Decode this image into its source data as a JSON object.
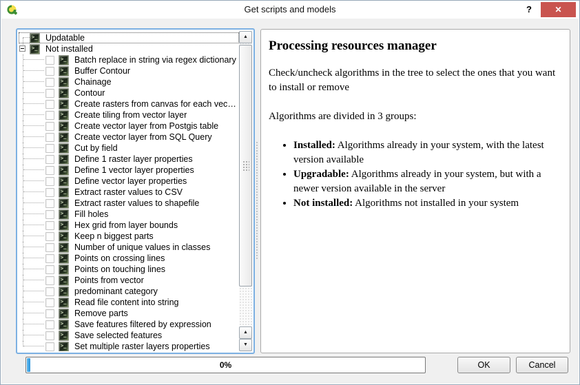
{
  "window": {
    "title": "Get scripts and models",
    "help_label": "?",
    "close_label": "✕"
  },
  "tree": {
    "groups": [
      {
        "label": "Updatable",
        "expanded": false,
        "selected": true,
        "children": []
      },
      {
        "label": "Not installed",
        "expanded": true,
        "selected": false,
        "children": [
          {
            "label": "Batch replace in string via regex dictionary",
            "checked": false
          },
          {
            "label": "Buffer Contour",
            "checked": false
          },
          {
            "label": "Chainage",
            "checked": false
          },
          {
            "label": "Contour",
            "checked": false
          },
          {
            "label": "Create rasters from canvas for each vector laye...",
            "checked": false
          },
          {
            "label": "Create tiling from vector layer",
            "checked": false
          },
          {
            "label": "Create vector layer from Postgis table",
            "checked": false
          },
          {
            "label": "Create vector layer from SQL Query",
            "checked": false
          },
          {
            "label": "Cut by field",
            "checked": false
          },
          {
            "label": "Define 1 raster layer properties",
            "checked": false
          },
          {
            "label": "Define 1 vector layer properties",
            "checked": false
          },
          {
            "label": "Define vector layer properties",
            "checked": false
          },
          {
            "label": "Extract raster values to CSV",
            "checked": false
          },
          {
            "label": "Extract raster values to shapefile",
            "checked": false
          },
          {
            "label": "Fill holes",
            "checked": false
          },
          {
            "label": "Hex grid from layer bounds",
            "checked": false
          },
          {
            "label": "Keep n biggest parts",
            "checked": false
          },
          {
            "label": "Number of unique values in classes",
            "checked": false
          },
          {
            "label": "Points on crossing lines",
            "checked": false
          },
          {
            "label": "Points on touching lines",
            "checked": false
          },
          {
            "label": "Points from vector",
            "checked": false
          },
          {
            "label": "predominant category",
            "checked": false
          },
          {
            "label": "Read file content into string",
            "checked": false
          },
          {
            "label": "Remove parts",
            "checked": false
          },
          {
            "label": "Save features filtered by expression",
            "checked": false
          },
          {
            "label": "Save selected features",
            "checked": false
          },
          {
            "label": "Set multiple raster layers properties",
            "checked": false
          }
        ]
      }
    ],
    "item_icon": "script-icon",
    "scrollbar": {
      "up_arrow": "▲",
      "down_arrow": "▼"
    }
  },
  "panel": {
    "title": "Processing resources manager",
    "para1": "Check/uncheck algorithms in the tree to select the ones that you want to install or remove",
    "para2": "Algorithms are divided in 3 groups:",
    "bullets": [
      {
        "term": "Installed:",
        "desc": " Algorithms already in your system, with the latest version available"
      },
      {
        "term": "Upgradable:",
        "desc": " Algorithms already in your system, but with a newer version available in the server"
      },
      {
        "term": "Not installed:",
        "desc": " Algorithms not installed in your system"
      }
    ]
  },
  "footer": {
    "progress_label": "0%",
    "progress_value": 0,
    "ok_label": "OK",
    "cancel_label": "Cancel"
  },
  "colors": {
    "tree_focus_border": "#7cb0e2",
    "progress_chunk_blue": "#2f97dc",
    "close_button_red": "#c9544f",
    "dialog_bg": "#f0f0f0",
    "titlebar_bg": "#ffffff",
    "script_icon_green": "#5d7243"
  }
}
